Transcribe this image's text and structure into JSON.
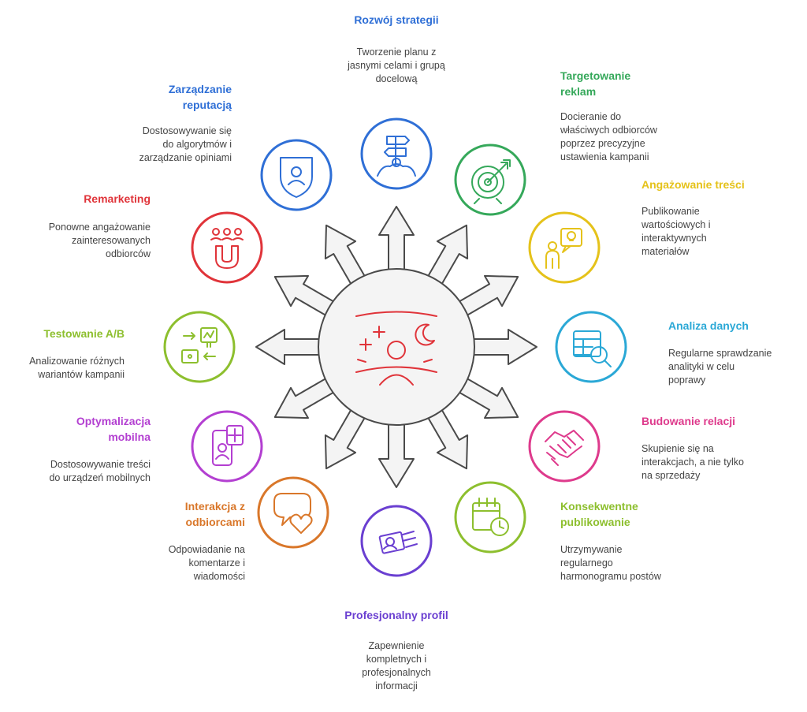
{
  "center_hub": {
    "icon": "strategy-person-icon",
    "color": "#e0343a"
  },
  "items": [
    {
      "key": "strategy",
      "icon": "signpost-icon",
      "color": "#2f6fd6",
      "title": [
        "Rozwój strategii"
      ],
      "desc": [
        "Tworzenie planu z",
        "jasnymi celami i grupą",
        "docelową"
      ]
    },
    {
      "key": "targeting",
      "icon": "target-icon",
      "color": "#35a85a",
      "title": [
        "Targetowanie",
        "reklam"
      ],
      "desc": [
        "Docieranie do",
        "właściwych odbiorców",
        "poprzez precyzyjne",
        "ustawienia kampanii"
      ]
    },
    {
      "key": "engagement",
      "icon": "idea-person-icon",
      "color": "#e5c21a",
      "title": [
        "Angażowanie treści"
      ],
      "desc": [
        "Publikowanie",
        "wartościowych i",
        "interaktywnych",
        "materiałów"
      ]
    },
    {
      "key": "analytics",
      "icon": "data-search-icon",
      "color": "#2aa8d6",
      "title": [
        "Analiza danych"
      ],
      "desc": [
        "Regularne sprawdzanie",
        "analityki w celu",
        "poprawy"
      ]
    },
    {
      "key": "relations",
      "icon": "handshake-icon",
      "color": "#de3a8c",
      "title": [
        "Budowanie relacji"
      ],
      "desc": [
        "Skupienie się na",
        "interakcjach, a nie tylko",
        "na sprzedaży"
      ]
    },
    {
      "key": "consistent",
      "icon": "calendar-clock-icon",
      "color": "#8dbf2e",
      "title": [
        "Konsekwentne",
        "publikowanie"
      ],
      "desc": [
        "Utrzymywanie",
        "regularnego",
        "harmonogramu postów"
      ]
    },
    {
      "key": "profile",
      "icon": "id-card-icon",
      "color": "#6a3fd1",
      "title": [
        "Profesjonalny profil"
      ],
      "desc": [
        "Zapewnienie",
        "kompletnych i",
        "profesjonalnych",
        "informacji"
      ]
    },
    {
      "key": "interaction",
      "icon": "chat-heart-icon",
      "color": "#d9772a",
      "title": [
        "Interakcja z",
        "odbiorcami"
      ],
      "desc": [
        "Odpowiadanie na",
        "komentarze i",
        "wiadomości"
      ]
    },
    {
      "key": "mobile",
      "icon": "mobile-user-icon",
      "color": "#b33fd1",
      "title": [
        "Optymalizacja",
        "mobilna"
      ],
      "desc": [
        "Dostosowywanie treści",
        "do urządzeń mobilnych"
      ]
    },
    {
      "key": "abtest",
      "icon": "ab-test-icon",
      "color": "#8dbf2e",
      "title": [
        "Testowanie A/B"
      ],
      "desc": [
        "Analizowanie różnych",
        "wariantów kampanii"
      ]
    },
    {
      "key": "remarketing",
      "icon": "magnet-people-icon",
      "color": "#e0343a",
      "title": [
        "Remarketing"
      ],
      "desc": [
        "Ponowne angażowanie",
        "zainteresowanych",
        "odbiorców"
      ]
    },
    {
      "key": "reputation",
      "icon": "shield-person-icon",
      "color": "#2f6fd6",
      "title": [
        "Zarządzanie",
        "reputacją"
      ],
      "desc": [
        "Dostosowywanie się",
        "do algorytmów i",
        "zarządzanie opiniami"
      ]
    }
  ]
}
